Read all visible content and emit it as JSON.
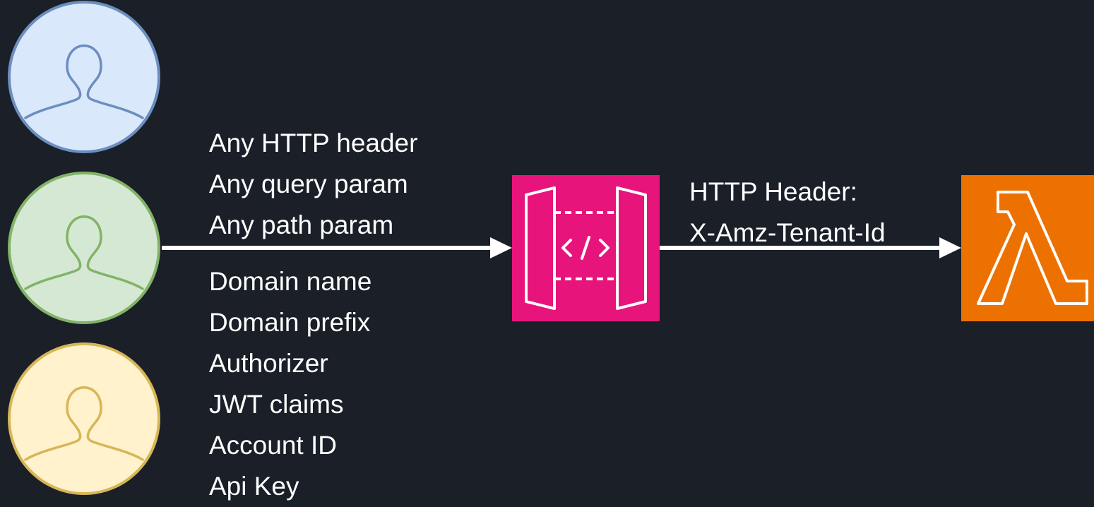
{
  "users": [
    {
      "name": "user-blue",
      "fill": "#dae8fc",
      "stroke": "#6c8ebf"
    },
    {
      "name": "user-green",
      "fill": "#d5e8d4",
      "stroke": "#82b366"
    },
    {
      "name": "user-yellow",
      "fill": "#fff2cc",
      "stroke": "#d6b656"
    }
  ],
  "request_sources_upper": [
    "Any HTTP header",
    "Any query param",
    "Any path param"
  ],
  "request_sources_lower": [
    "Domain name",
    "Domain prefix",
    "Authorizer",
    "JWT claims",
    "Account ID",
    "Api Key"
  ],
  "forwarded_header": {
    "line1": "HTTP Header:",
    "line2": "X-Amz-Tenant-Id"
  },
  "icons": {
    "api_gateway": {
      "icon": "api-gateway-icon",
      "color": "#e7157b"
    },
    "lambda": {
      "icon": "lambda-icon",
      "color": "#ed7100"
    }
  },
  "colors": {
    "background": "#1a1f28",
    "arrow": "#ffffff",
    "text": "#ffffff"
  }
}
